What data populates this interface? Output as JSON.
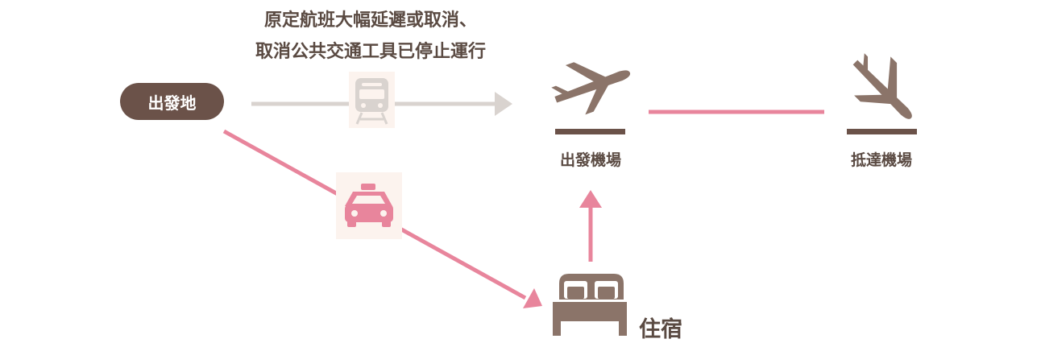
{
  "note": {
    "line1": "原定航班大幅延遲或取消、",
    "line2": "取消公共交通工具已停止運行"
  },
  "nodes": {
    "origin": "出發地",
    "departure_airport": "出發機場",
    "arrival_airport": "抵達機場",
    "accommodation": "住宿"
  },
  "colors": {
    "brown": "#8b7469",
    "dark_brown": "#6b5249",
    "pink": "#e8859c",
    "gray": "#d9d3cf",
    "icon_bg": "#fcf3ee"
  }
}
